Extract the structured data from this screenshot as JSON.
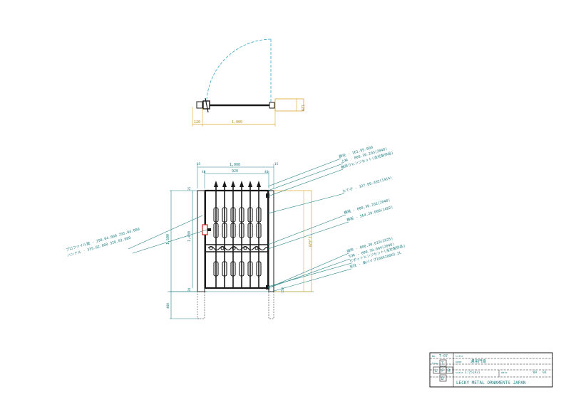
{
  "colors": {
    "teal": "#1f7f82",
    "gold": "#d9a62b",
    "cyan_arc": "#3aa8c9",
    "steel": "#1a1a1a",
    "red": "#c0392b"
  },
  "plan": {
    "dim_total": "1,000",
    "dim_post": "120",
    "dim_side": "120"
  },
  "elevation": {
    "dim_top_1000": "1,000",
    "dim_top_920": "920",
    "dim_top_40_left": "40",
    "dim_top_40_right": "40",
    "dim_top_65_left": "65",
    "dim_top_15_right": "15",
    "dim_left_1500": "1,500",
    "dim_left_1430": "1,430",
    "dim_left_35": "35",
    "dim_left_20": "20",
    "dim_left_400": "400",
    "dim_right_1420": "1,420",
    "dim_right_150": "150"
  },
  "callouts_right": [
    "飾先 - 161.05.000",
    "上枠 - 000.30.203(2048)",
    "軸吊りヒンジセット(当社製作品)",
    "たて子 - 327.80.492(1414)",
    "横桟 - 000.30.201(2048)",
    "飾板 - 564.20.000(1482)",
    "縦枠 - 000.30.019(2025)",
    "下枠 - 000.30.004(2048)",
    "ピボットヒンジセット(当社製作品)",
    "支柱 - 角パイプ100X100X3.2L"
  ],
  "callouts_left": [
    "プロファイル錠 - 290.04.000 295.04.000",
    "ハンドル - 335.02.000 326.02.000"
  ],
  "title_block": {
    "drawing_no_label": "No.",
    "drawing_no": "T-07",
    "title_label": "title",
    "name_label": "name",
    "name": "通用門扉",
    "scale_label": "scale",
    "scale": "1:25(A3)",
    "date_label": "date",
    "date": "'09 . 01",
    "view_label": "View",
    "view_t": "T",
    "view_l": "L",
    "view_f": "F",
    "view_r": "R",
    "view_b": "B",
    "company": "LECKY METAL ORNAMENTS JAPAN"
  }
}
